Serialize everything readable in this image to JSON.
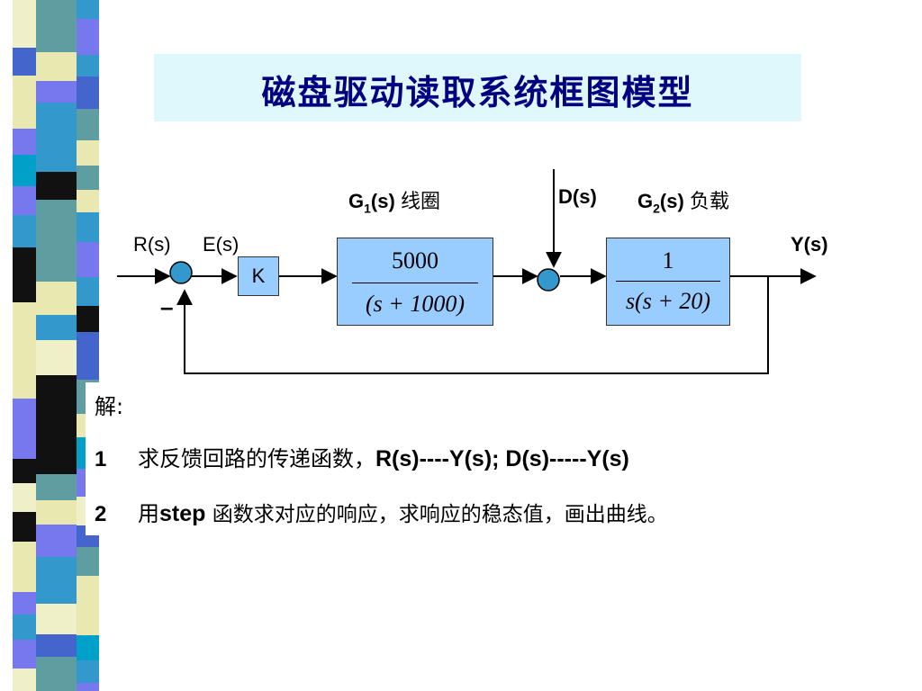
{
  "title": "磁盘驱动读取系统框图模型",
  "diagram": {
    "g1": {
      "name": "G",
      "sub": "1",
      "arg": "(s)",
      "desc": "线圈"
    },
    "d_label": "D(s)",
    "g2": {
      "name": "G",
      "sub": "2",
      "arg": "(s)",
      "desc": "负载"
    },
    "r_label": "R(s)",
    "e_label": "E(s)",
    "y_label": "Y(s)",
    "minus": "–",
    "k_block": "K",
    "g1_block": {
      "numerator": "5000",
      "denominator": "(s + 1000)"
    },
    "g2_block": {
      "numerator": "1",
      "denominator": "s(s + 20)"
    }
  },
  "solution": {
    "header": "解:",
    "items": [
      {
        "num": "1",
        "text_cn": "求反馈回路的传递函数，",
        "text_bold": "R(s)----Y(s);  D(s)-----Y(s)",
        "text_tail": ""
      },
      {
        "num": "2",
        "text_cn": "用",
        "text_bold": "step",
        "text_tail": " 函数求对应的响应，求响应的稳态值，画出曲线。"
      }
    ]
  },
  "colors": {
    "title_bg": "#dff8fb",
    "title_text": "#000080",
    "block_fill": "#99ccff",
    "summing_fill": "#3399cc"
  }
}
